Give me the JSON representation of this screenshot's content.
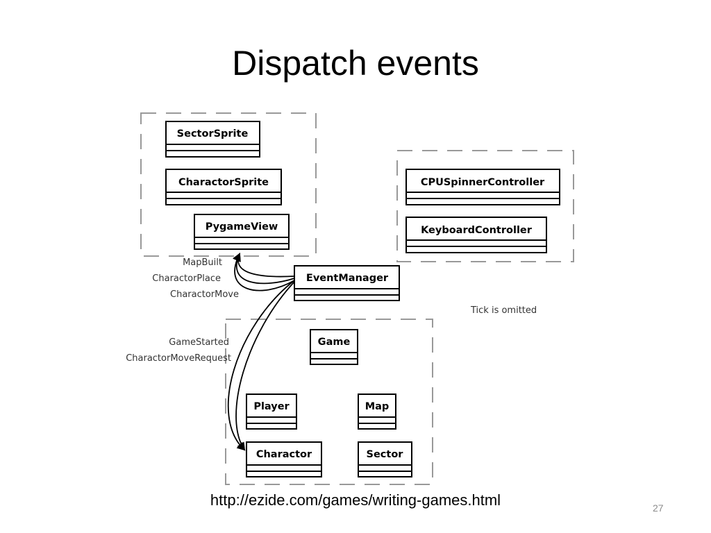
{
  "slide": {
    "title": "Dispatch events",
    "link": "http://ezide.com/games/writing-games.html",
    "page_number": "27"
  },
  "diagram": {
    "classes": {
      "sector_sprite": "SectorSprite",
      "charactor_sprite": "CharactorSprite",
      "pygame_view": "PygameView",
      "cpu_spinner_controller": "CPUSpinnerController",
      "keyboard_controller": "KeyboardController",
      "event_manager": "EventManager",
      "game": "Game",
      "player": "Player",
      "map": "Map",
      "charactor": "Charactor",
      "sector": "Sector"
    },
    "events_to_view": [
      "MapBuilt",
      "CharactorPlace",
      "CharactorMove"
    ],
    "events_to_model": [
      "GameStarted",
      "CharactorMoveRequest"
    ],
    "note": "Tick is omitted"
  },
  "colors": {
    "box_stroke": "#000000",
    "dash_stroke": "#999999",
    "label_text": "#333333"
  }
}
